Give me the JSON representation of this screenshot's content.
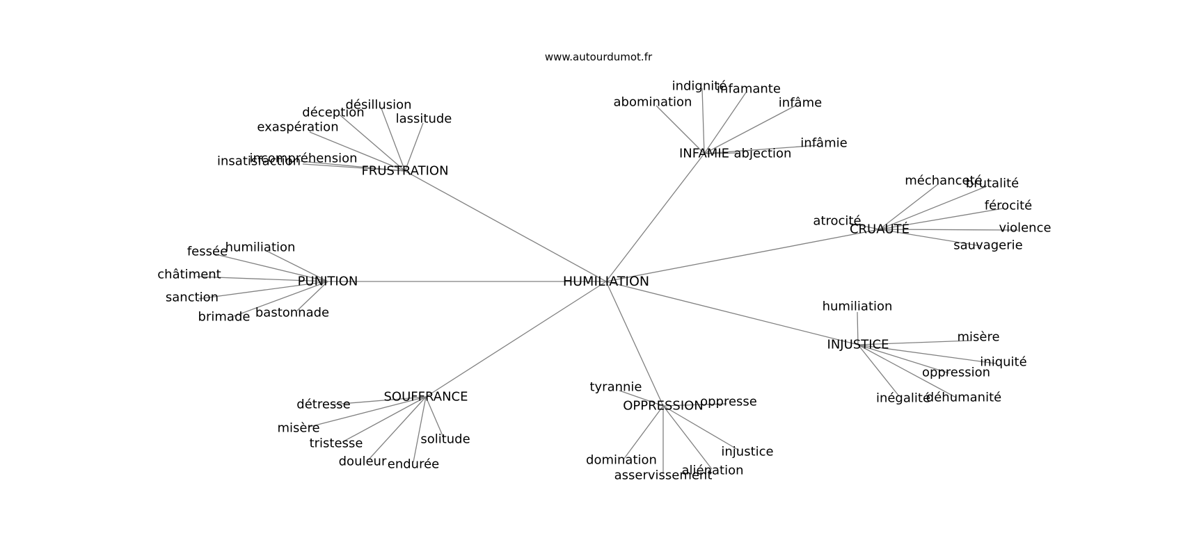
{
  "site": "www.autourdumot.fr",
  "center": "HUMILIATION",
  "clusters": [
    {
      "name": "FRUSTRATION",
      "words": [
        "insatisfaction",
        "incompréhension",
        "exaspération",
        "déception",
        "désillusion",
        "lassitude"
      ]
    },
    {
      "name": "INFAMIE",
      "words": [
        "abomination",
        "indignité",
        "infamante",
        "infâme",
        "infâmie",
        "abjection"
      ]
    },
    {
      "name": "CRUAUTÉ",
      "words": [
        "atrocité",
        "méchanceté",
        "brutalité",
        "férocité",
        "violence",
        "sauvagerie"
      ]
    },
    {
      "name": "PUNITION",
      "words": [
        "fessée",
        "humiliation",
        "châtiment",
        "sanction",
        "brimade",
        "bastonnade"
      ]
    },
    {
      "name": "INJUSTICE",
      "words": [
        "humiliation",
        "misère",
        "iniquité",
        "oppression",
        "inégalité",
        "déhumanité"
      ]
    },
    {
      "name": "SOUFFRANCE",
      "words": [
        "détresse",
        "misère",
        "tristesse",
        "douleur",
        "endurée",
        "solitude"
      ]
    },
    {
      "name": "OPPRESSION",
      "words": [
        "tyrannie",
        "oppresse",
        "domination",
        "asservissement",
        "aliénation",
        "injustice"
      ]
    }
  ]
}
